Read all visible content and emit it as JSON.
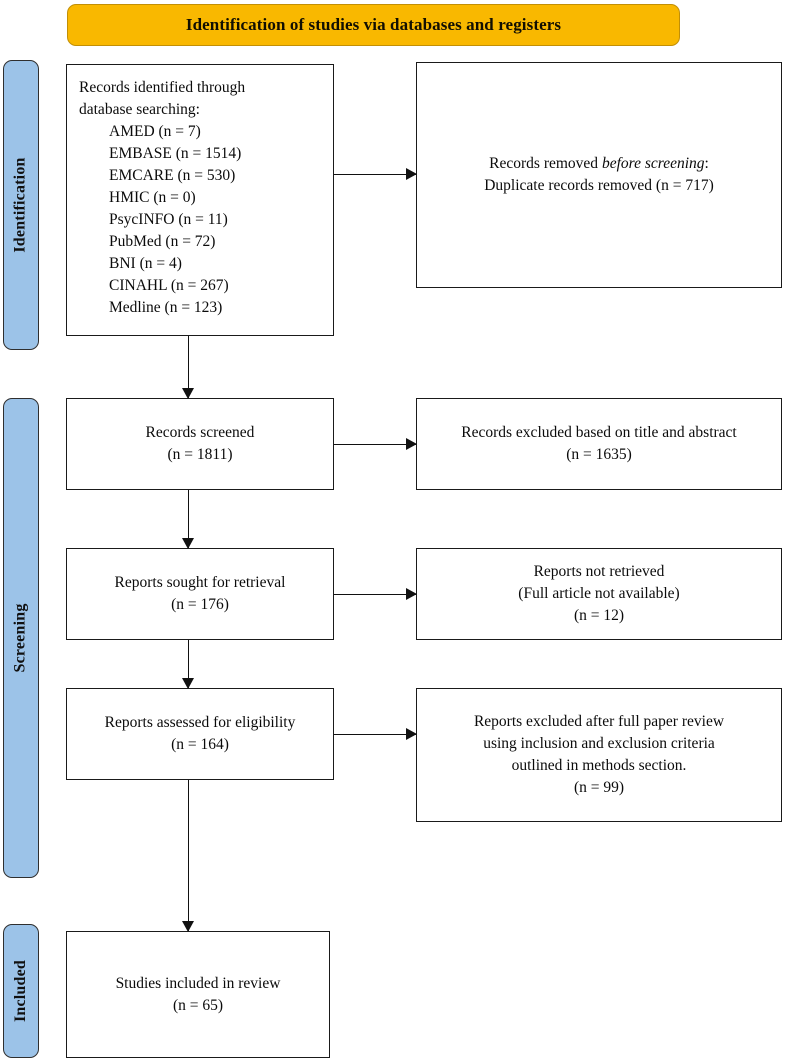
{
  "header": {
    "title": "Identification of studies via databases and registers"
  },
  "phases": [
    {
      "id": "identification",
      "label": "Identification"
    },
    {
      "id": "screening",
      "label": "Screening"
    },
    {
      "id": "included",
      "label": "Included"
    }
  ],
  "boxes": {
    "identified": {
      "lead": "Records identified through\ndatabase searching:",
      "databases": [
        "AMED (n = 7)",
        "EMBASE (n = 1514)",
        "EMCARE (n = 530)",
        "HMIC (n = 0)",
        "PsycINFO (n = 11)",
        "PubMed (n = 72)",
        "BNI (n = 4)",
        "CINAHL (n = 267)",
        "Medline (n = 123)"
      ]
    },
    "removed": {
      "line1_pre": "Records removed ",
      "line1_em": "before screening",
      "line1_post": ":",
      "line2": "Duplicate records removed (n = 717)"
    },
    "screened": {
      "line1": "Records screened",
      "line2": "(n = 1811)"
    },
    "excluded_title_abstract": {
      "line1": "Records excluded based on title and abstract",
      "line2": "(n = 1635)"
    },
    "sought": {
      "line1": "Reports sought for retrieval",
      "line2": "(n = 176)"
    },
    "not_retrieved": {
      "line1": "Reports not retrieved",
      "line2": "(Full article not available)",
      "line3": "(n = 12)"
    },
    "assessed": {
      "line1": "Reports assessed for eligibility",
      "line2": "(n = 164)"
    },
    "excluded_full_text": {
      "line1": "Reports excluded after full paper review",
      "line2": "using inclusion and exclusion criteria",
      "line3": "outlined in methods section.",
      "line4": "(n = 99)"
    },
    "included": {
      "line1": "Studies included in review",
      "line2": "(n = 65)"
    }
  },
  "colors": {
    "header_gold": "#F9B800",
    "phase_blue": "#9CC3E8",
    "stroke": "#1a1a1a"
  }
}
